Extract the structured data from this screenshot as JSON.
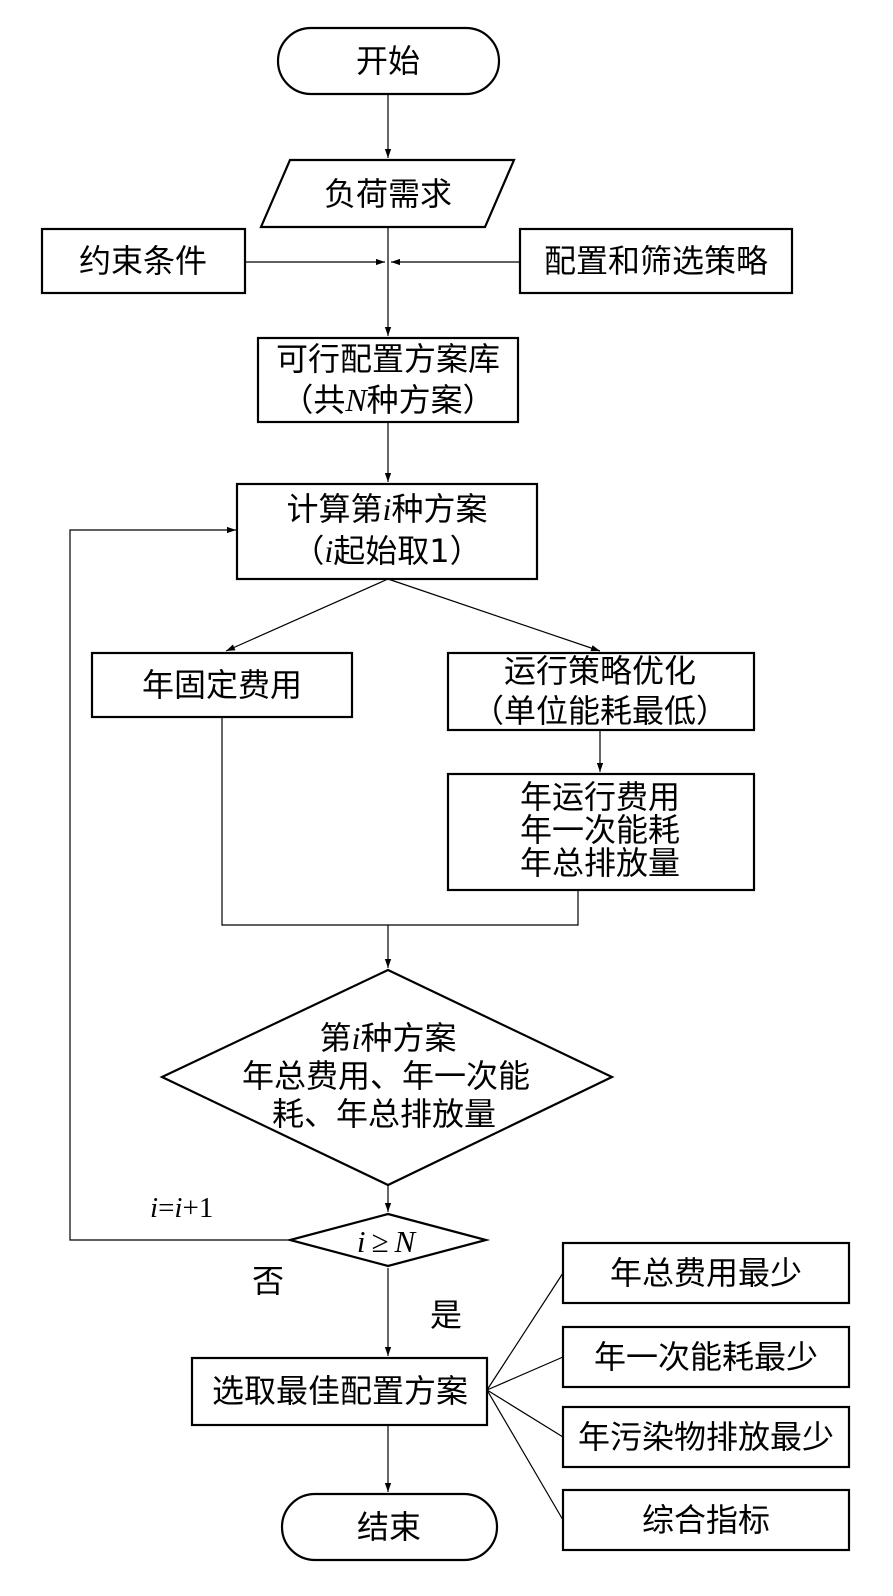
{
  "nodes": {
    "start": "开始",
    "load_demand": "负荷需求",
    "constraints": "约束条件",
    "config_strategy": "配置和筛选策略",
    "library_line1": "可行配置方案库",
    "library_line2_a": "（共",
    "library_line2_var": "N",
    "library_line2_b": "种方案）",
    "calc_line1_a": "计算第",
    "calc_line1_var": "i",
    "calc_line1_b": "种方案",
    "calc_line2_a": "（",
    "calc_line2_var": "i",
    "calc_line2_b": "起始取1）",
    "fixed_cost": "年固定费用",
    "opt_line1": "运行策略优化",
    "opt_line2": "（单位能耗最低）",
    "annual_line1": "年运行费用",
    "annual_line2": "年一次能耗",
    "annual_line3": "年总排放量",
    "diamond_line1_a": "第",
    "diamond_line1_var": "i",
    "diamond_line1_b": "种方案",
    "diamond_line2": "年总费用、年一次能",
    "diamond_line3": "耗、年总排放量",
    "check_var_i": "i",
    "check_op": "≥",
    "check_var_n": "N",
    "select_best": "选取最佳配置方案",
    "end": "结束"
  },
  "labels": {
    "increment_var1": "i",
    "increment_op": "=",
    "increment_var2": "i",
    "increment_tail": "+1",
    "no": "否",
    "yes": "是"
  },
  "criteria": [
    "年总费用最少",
    "年一次能耗最少",
    "年污染物排放最少",
    "综合指标"
  ]
}
